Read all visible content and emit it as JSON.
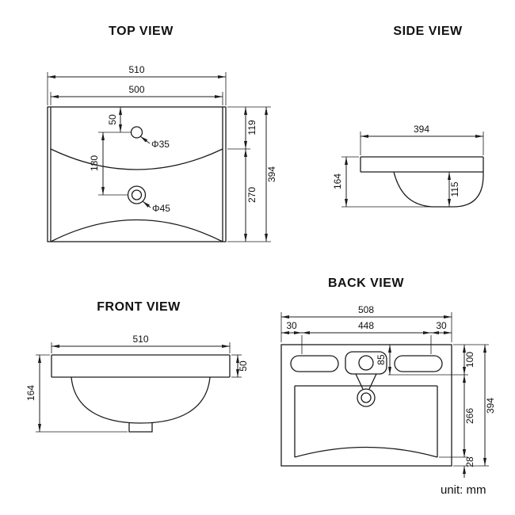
{
  "unit_label": "unit: mm",
  "views": {
    "top": {
      "title": "TOP VIEW",
      "dims": {
        "outer_width": "510",
        "inner_width": "500",
        "faucet_offset": "50",
        "faucet_to_drain": "180",
        "faucet_hole": "Φ35",
        "drain_hole": "Φ45",
        "right_upper": "119",
        "right_lower": "270",
        "total_depth": "394"
      }
    },
    "side": {
      "title": "SIDE VIEW",
      "dims": {
        "depth": "394",
        "height": "164",
        "bowl_depth": "115"
      }
    },
    "front": {
      "title": "FRONT VIEW",
      "dims": {
        "width": "510",
        "rim_height": "50",
        "height": "164"
      }
    },
    "back": {
      "title": "BACK VIEW",
      "dims": {
        "outer_width": "508",
        "left_margin": "30",
        "inner_width": "448",
        "right_margin": "30",
        "faucet_height": "85",
        "upper_height": "100",
        "middle_height": "266",
        "lower_height": "28",
        "total_height": "394"
      }
    }
  }
}
